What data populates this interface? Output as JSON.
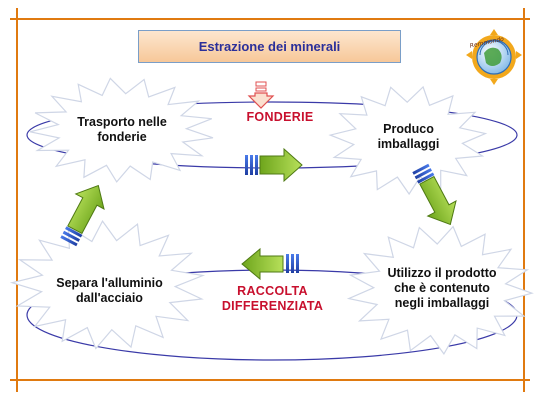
{
  "title": "Estrazione dei minerali",
  "center_top": "FONDERIE",
  "center_bottom": [
    "RACCOLTA",
    "DIFFERENZIATA"
  ],
  "nodes": {
    "trasporto": [
      "Trasporto nelle",
      "fonderie"
    ],
    "produco": [
      "Produco",
      "imballaggi"
    ],
    "utilizzo": [
      "Utilizzo il prodotto",
      "che è contenuto",
      "negli imballaggi"
    ],
    "separa": [
      "Separa l'alluminio",
      "dall'acciaio"
    ]
  },
  "logo": {
    "text": "Remmondo"
  },
  "colors": {
    "frame_line": "#e07a10",
    "ellipse": "#3a3aa8",
    "arrow_green": "#8ac12a",
    "arrow_blue": "#2f58c7",
    "red_text": "#c8102e",
    "title_text": "#2a2f9a"
  }
}
